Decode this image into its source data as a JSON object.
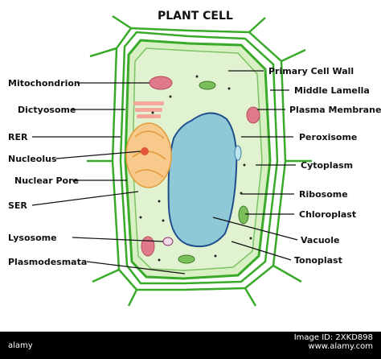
{
  "diagram": {
    "title": "PLANT CELL",
    "labels_left": [
      {
        "id": "mitochondrion",
        "text": "Mitochondrion"
      },
      {
        "id": "dictyosome",
        "text": "Dictyosome"
      },
      {
        "id": "rer",
        "text": "RER"
      },
      {
        "id": "nucleolus",
        "text": "Nucleolus"
      },
      {
        "id": "nuclear-pore",
        "text": "Nuclear Pore"
      },
      {
        "id": "ser",
        "text": "SER"
      },
      {
        "id": "lysosome",
        "text": "Lysosome"
      },
      {
        "id": "plasmodesmata",
        "text": "Plasmodesmata"
      }
    ],
    "labels_right": [
      {
        "id": "primary-cell-wall",
        "text": "Primary Cell Wall"
      },
      {
        "id": "middle-lamella",
        "text": "Middle Lamella"
      },
      {
        "id": "plasma-membrane",
        "text": "Plasma Membrane"
      },
      {
        "id": "peroxisome",
        "text": "Peroxisome"
      },
      {
        "id": "cytoplasm",
        "text": "Cytoplasm"
      },
      {
        "id": "ribosome",
        "text": "Ribosome"
      },
      {
        "id": "chloroplast",
        "text": "Chloroplast"
      },
      {
        "id": "vacuole",
        "text": "Vacuole"
      },
      {
        "id": "tonoplast",
        "text": "Tonoplast"
      }
    ],
    "colors": {
      "cell_wall": "#3aaa2a",
      "cytoplasm": "#d9efc4",
      "vacuole": "#8fc8d6",
      "vacuole_border": "#1f4e8c",
      "mitochondrion": "#e07a8a",
      "golgi": "#f4a79a",
      "nucleus": "#f7c98a",
      "chloroplast": "#7bbf5a"
    }
  },
  "watermark": {
    "left": "alamy",
    "right": "Image ID: 2XKD898\nwww.alamy.com"
  }
}
